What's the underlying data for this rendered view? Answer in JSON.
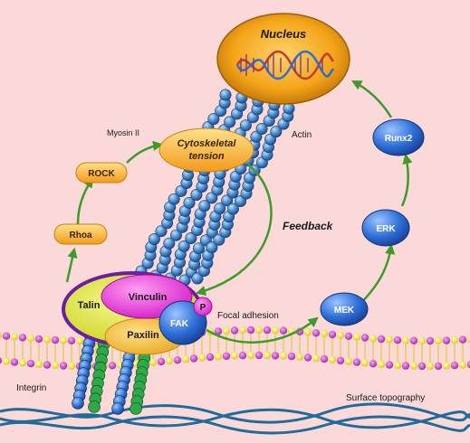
{
  "labels": {
    "nucleus": "Nucleus",
    "actin": "Actin",
    "myosin": "Myosin II",
    "rock": "ROCK",
    "rhoa": "Rhoa",
    "cyto_line1": "Cytoskeletal",
    "cyto_line2": "tension",
    "feedback": "Feedback",
    "runx2": "Runx2",
    "erk": "ERK",
    "mek": "MEK",
    "focal_adhesion": "Focal adhesion",
    "talin": "Talin",
    "vinculin": "Vinculin",
    "paxilin": "Paxilin",
    "fak": "FAK",
    "p": "P",
    "integrin": "Integrin",
    "surface": "Surface topography"
  },
  "colors": {
    "background": "#fcd9d9",
    "nucleus": "#f5a418",
    "arrow_green": "#3f9a2a",
    "kinase_blue": "#2f6fd8",
    "pill_orange": "#f7b233",
    "actin_bead": "#4f8fd0",
    "membrane_yellow": "#f2e646",
    "membrane_purple": "#c23fc6",
    "surface_blue": "#1f6c9a"
  },
  "icons": {
    "dna": "dna-helix-icon"
  }
}
